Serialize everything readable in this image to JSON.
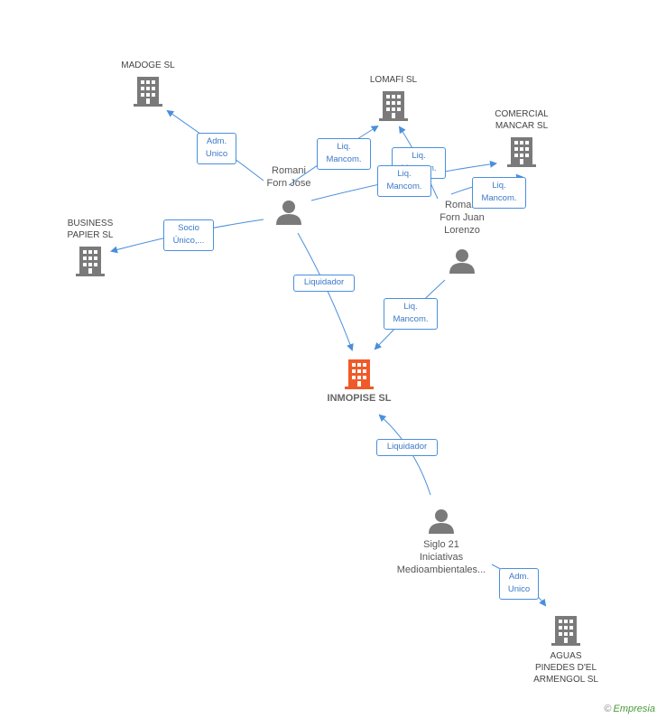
{
  "colors": {
    "edge": "#4a8fdc",
    "company": "#7a7a7a",
    "focus": "#f05a28",
    "person": "#7a7a7a"
  },
  "companies": {
    "madoge": "MADOGE SL",
    "lomafi": "LOMAFI SL",
    "comercial": "COMERCIAL\nMANCAR SL",
    "business": "BUSINESS\nPAPIER SL",
    "inmopise": "INMOPISE SL",
    "aguas": "AGUAS\nPINEDES D'EL\nARMENGOL SL"
  },
  "persons": {
    "romani_jose": "Romani\nForn Jose",
    "romani_juan": "Romani\nForn Juan\nLorenzo",
    "siglo": "Siglo 21\nIniciativas\nMedioambientales..."
  },
  "relations": {
    "adm_unico_madoge": "Adm.\nUnico",
    "liq_lomafi": "Liq.\nMancom.",
    "liq_lomafi_2": "Liq.\nMancom.",
    "liq_comercial": "Liq.\nMancom.",
    "liq_comercial_2": "Liq.\nMancom.",
    "socio_business": "Socio\nÚnico,...",
    "liquidador_jose": "Liquidador",
    "liq_juan_inmopise": "Liq.\nMancom.",
    "liquidador_siglo": "Liquidador",
    "adm_unico_aguas": "Adm.\nUnico"
  },
  "footer": {
    "copyright": "©",
    "brand": "Empresia"
  }
}
